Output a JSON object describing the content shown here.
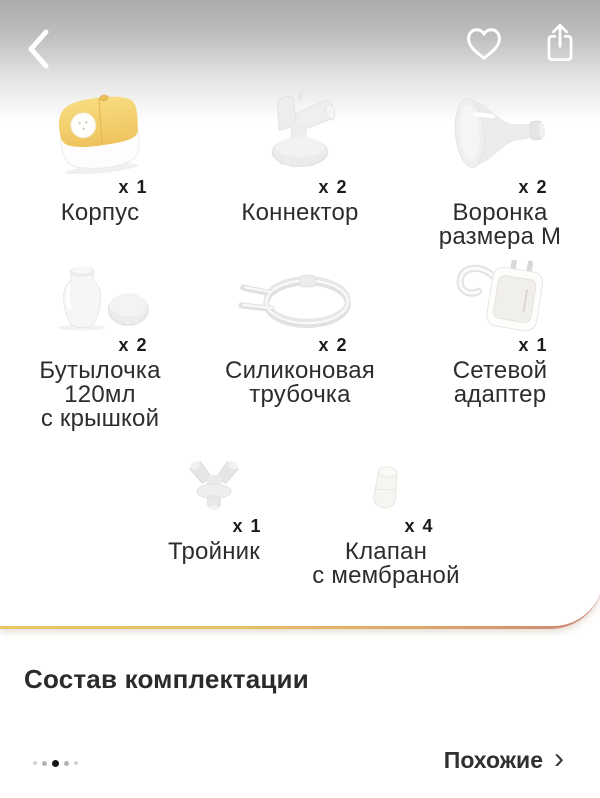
{
  "header": {
    "icons": {
      "back": "chevron-left",
      "favorite": "heart-outline",
      "share": "share-up-arrow"
    }
  },
  "kit": {
    "items": [
      {
        "id": "pump-body",
        "qty": "x 1",
        "lines": [
          "Корпус"
        ]
      },
      {
        "id": "connector",
        "qty": "x 2",
        "lines": [
          "Коннектор"
        ]
      },
      {
        "id": "funnel",
        "qty": "x 2",
        "lines": [
          "Воронка",
          "размера M"
        ]
      },
      {
        "id": "bottle",
        "qty": "x 2",
        "lines": [
          "Бутылочка",
          "120мл",
          "с крышкой"
        ]
      },
      {
        "id": "tube",
        "qty": "x 2",
        "lines": [
          "Силиконовая",
          "трубочка"
        ]
      },
      {
        "id": "adapter",
        "qty": "x 1",
        "lines": [
          "Сетевой",
          "адаптер"
        ]
      },
      {
        "id": "tee",
        "qty": "x 1",
        "lines": [
          "Тройник"
        ]
      },
      {
        "id": "valve",
        "qty": "x 4",
        "lines": [
          "Клапан",
          "с мембраной"
        ]
      }
    ]
  },
  "section": {
    "title": "Состав комплектации"
  },
  "footer": {
    "similar": {
      "label": "Похожие",
      "chevron": "›"
    },
    "dots": {
      "count": 5,
      "active_index": 2
    }
  },
  "colors": {
    "brand_yellow": "#f3cf6c",
    "divider_gradient_left": "#e9c763",
    "divider_gradient_right": "#ca8577",
    "topbar_gray": "#acacaa",
    "text_primary": "#2d2d2d"
  }
}
